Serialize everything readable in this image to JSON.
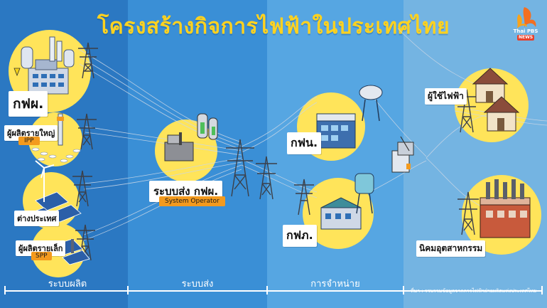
{
  "title": "โครงสร้างกิจการไฟฟ้าในประเทศไทย",
  "logo": {
    "text": "Thai PBS",
    "sub": "NEWS"
  },
  "nodes": {
    "egat": "กฟผ.",
    "ipp": {
      "label": "ผู้ผลิตรายใหญ่",
      "sub": "IPP"
    },
    "foreign": "ต่างประเทศ",
    "spp": {
      "label": "ผู้ผลิตรายเล็ก",
      "sub": "SPP"
    },
    "grid": {
      "label": "ระบบส่ง กฟผ.",
      "sub": "System Operator"
    },
    "mea": "กฟน.",
    "pea": "กฟภ.",
    "consumer": "ผู้ใช้ไฟฟ้า",
    "industry": "นิคมอุตสาหกรรม"
  },
  "sections": {
    "generation": "ระบบผลิต",
    "transmission": "ระบบส่ง",
    "distribution": "การจำหน่าย"
  },
  "source": "ที่มา : รวบรวมข้อมูลจากการไฟฟ้าฝ่ายผลิตแห่งประเทศไทย",
  "colors": {
    "title": "#ffd21f",
    "circle": "#ffe45a",
    "sub_tag": "#f39a1e"
  }
}
